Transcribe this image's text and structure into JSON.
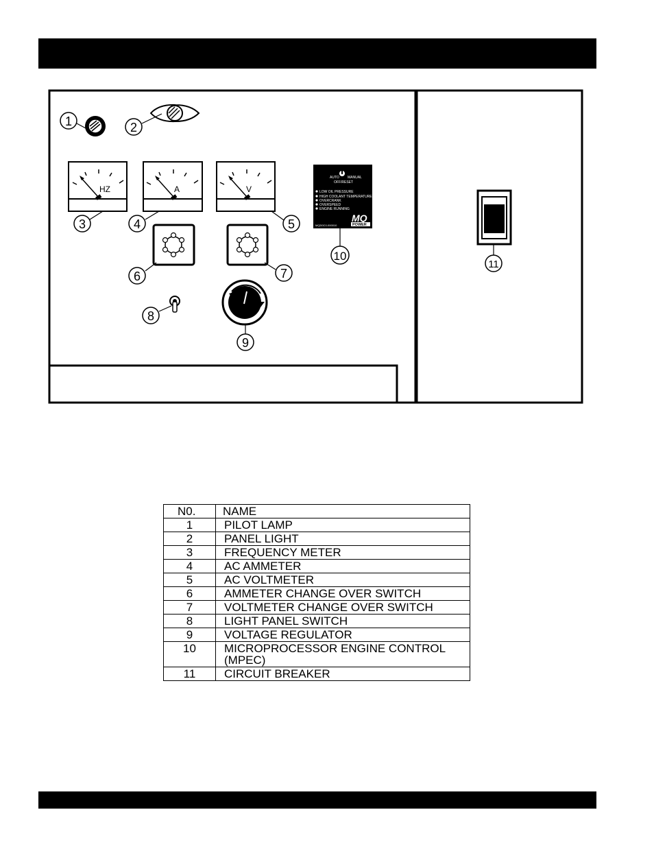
{
  "header_bar": "",
  "footer_bar": "",
  "panel": {
    "callouts": [
      "1",
      "2",
      "3",
      "4",
      "5",
      "6",
      "7",
      "8",
      "9",
      "10",
      "11"
    ],
    "meters": {
      "frequency": "HZ",
      "ammeter": "A",
      "voltmeter": "V"
    },
    "mpec": {
      "mode_auto": "AUTO",
      "mode_manual": "MANUAL",
      "mode_off": "OFF/RESET",
      "indicators": [
        "LOW OIL PRESSURE",
        "HIGH COOLANT TEMPERATURE",
        "OVERCRANK",
        "OVERSPEED",
        "ENGINE RUNNING"
      ],
      "part_code": "MQD0C0-000010",
      "logo": "MQ",
      "logo_sub": "POWER"
    }
  },
  "legend_table": {
    "headers": [
      "N0.",
      "NAME"
    ],
    "rows": [
      {
        "no": "1",
        "name": "PILOT LAMP"
      },
      {
        "no": "2",
        "name": "PANEL LIGHT"
      },
      {
        "no": "3",
        "name": "FREQUENCY METER"
      },
      {
        "no": "4",
        "name": "AC AMMETER"
      },
      {
        "no": "5",
        "name": "AC VOLTMETER"
      },
      {
        "no": "6",
        "name": "AMMETER CHANGE OVER SWITCH"
      },
      {
        "no": "7",
        "name": "VOLTMETER CHANGE OVER SWITCH"
      },
      {
        "no": "8",
        "name": "LIGHT PANEL SWITCH"
      },
      {
        "no": "9",
        "name": "VOLTAGE REGULATOR"
      },
      {
        "no": "10",
        "name": "MICROPROCESSOR ENGINE CONTROL (MPEC)"
      },
      {
        "no": "11",
        "name": "CIRCUIT BREAKER"
      }
    ]
  }
}
